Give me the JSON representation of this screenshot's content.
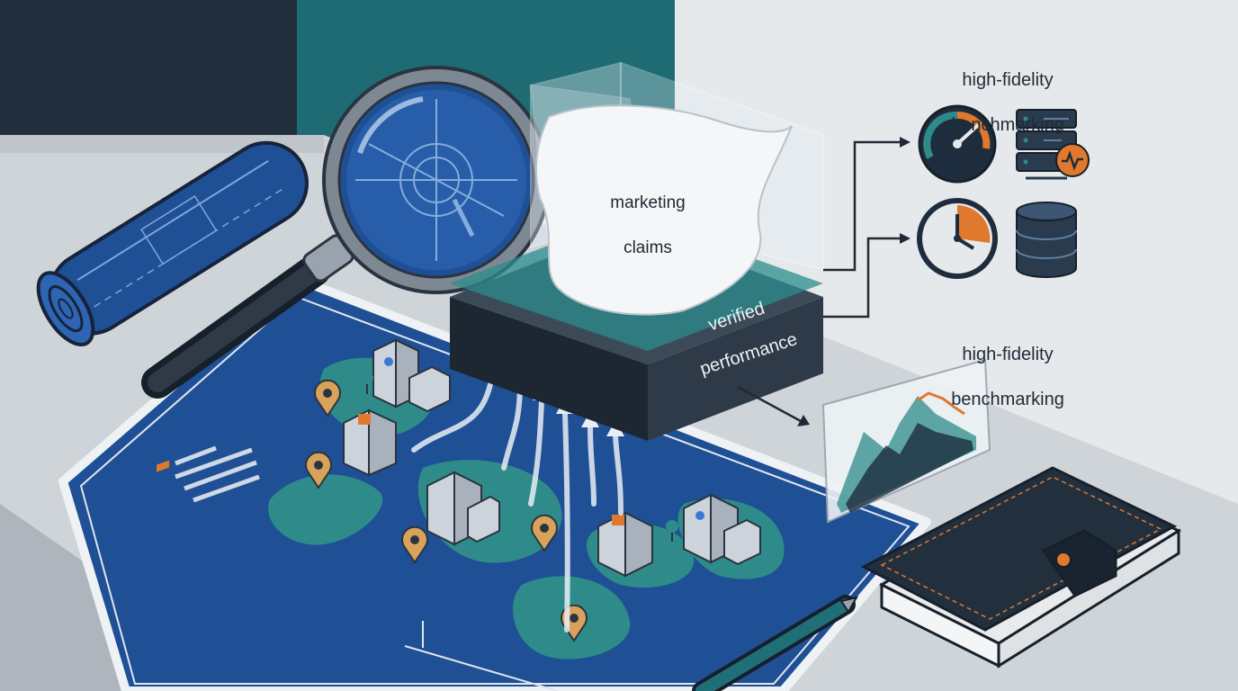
{
  "scene": {
    "claims_box": {
      "line1": "marketing",
      "line2": "claims"
    },
    "verified_box": {
      "line1": "verified",
      "line2": "performance"
    },
    "benchmark_top": {
      "line1": "high-fidelity",
      "line2": "benchmarking"
    },
    "benchmark_bottom": {
      "line1": "high-fidelity",
      "line2": "benchmarking"
    },
    "icons": [
      "speedometer-icon",
      "server-rack-icon",
      "clock-icon",
      "database-icon",
      "line-chart-icon",
      "magnifying-glass-icon",
      "blueprint-roll-icon",
      "world-map-icon",
      "building-icon",
      "map-pin-icon",
      "notebook-icon",
      "pen-icon"
    ],
    "colors": {
      "navy": "#1e2d3d",
      "teal": "#1f6f78",
      "map_blue": "#1f4f95",
      "land_teal": "#2e8b8a",
      "accent_orange": "#e0782e",
      "paper": "#e6e9ec"
    }
  }
}
